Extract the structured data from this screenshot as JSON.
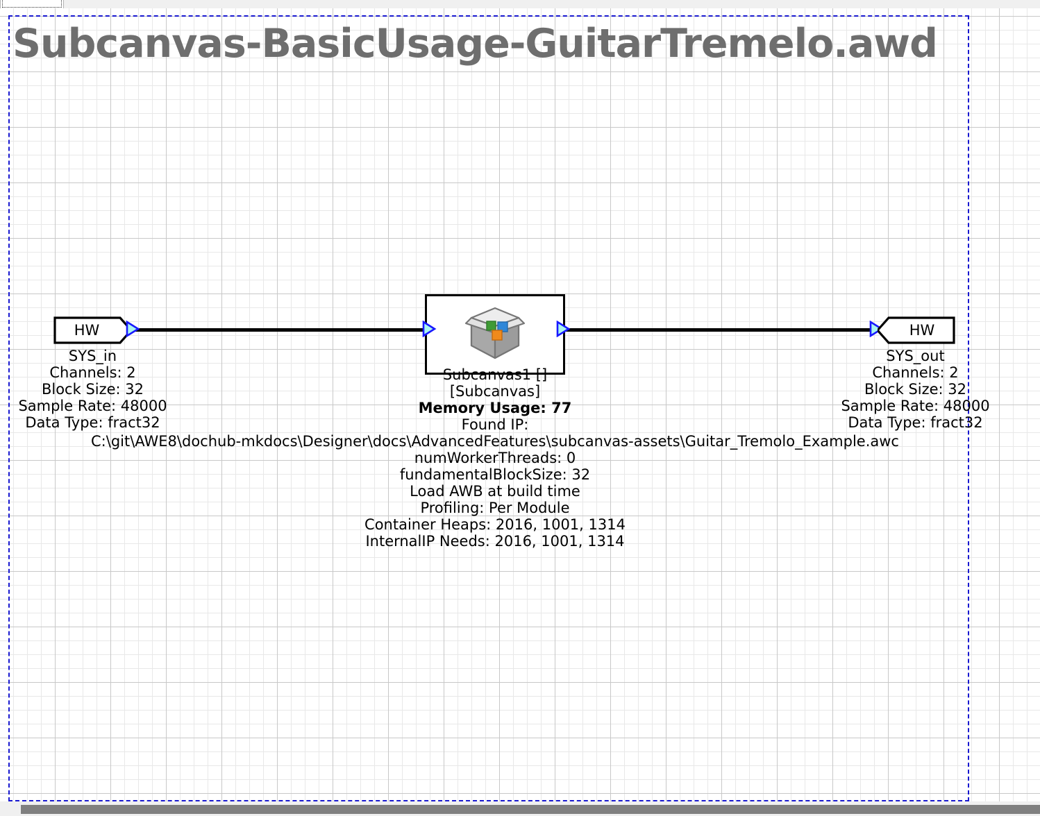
{
  "window": {
    "tab_label": "",
    "document_title": "Subcanvas-BasicUsage-GuitarTremelo.awd"
  },
  "colors": {
    "title_gray": "#6e6e6e",
    "page_boundary_blue": "#1818d0",
    "port_fill_cyan": "#aaf5ee",
    "port_outline_blue": "#1818ff",
    "wire_black": "#000000",
    "icon_green": "#3f9b35",
    "icon_blue": "#2f87d8",
    "icon_orange": "#f08a1c",
    "scrollbar_thumb": "#808080"
  },
  "blocks": {
    "sys_in": {
      "port_label": "HW",
      "name": "SYS_in",
      "properties": [
        "Channels: 2",
        "Block Size: 32",
        "Sample Rate: 48000",
        "Data Type: fract32"
      ]
    },
    "sys_out": {
      "port_label": "HW",
      "name": "SYS_out",
      "properties": [
        "Channels: 2",
        "Block Size: 32",
        "Sample Rate: 48000",
        "Data Type: fract32"
      ]
    },
    "subcanvas": {
      "icon_name": "open-box-icon",
      "instance_label": "Subcanvas1 []",
      "type_label": "[Subcanvas]",
      "memory_usage_label": "Memory Usage: 77",
      "found_ip_label": "Found IP:",
      "ip_path": "C:\\git\\AWE8\\dochub-mkdocs\\Designer\\docs\\AdvancedFeatures\\subcanvas-assets\\Guitar_Tremolo_Example.awc",
      "details": [
        "numWorkerThreads: 0",
        "fundamentalBlockSize: 32",
        "Load AWB at build time",
        "Profiling: Per Module",
        "Container Heaps: 2016, 1001, 1314",
        "InternalIP Needs: 2016, 1001, 1314"
      ]
    }
  },
  "scrollbar": {
    "orientation": "horizontal"
  }
}
